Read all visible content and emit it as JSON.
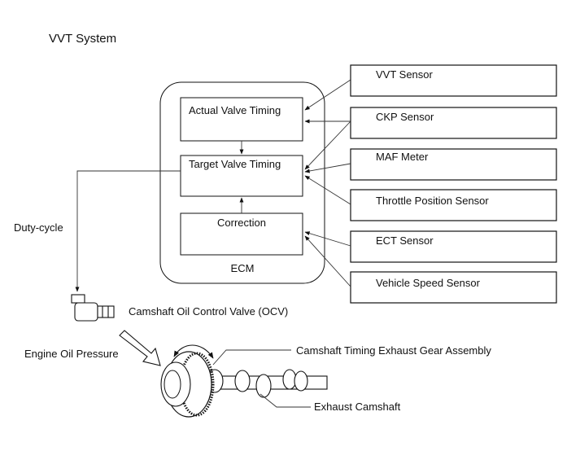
{
  "title": "VVT System",
  "ecm": {
    "label": "ECM",
    "blocks": {
      "actual": "Actual Valve Timing",
      "target": "Target Valve Timing",
      "correction": "Correction"
    }
  },
  "sensors": [
    "VVT Sensor",
    "CKP Sensor",
    "MAF Meter",
    "Throttle Position Sensor",
    "ECT Sensor",
    "Vehicle Speed Sensor"
  ],
  "duty_cycle_label": "Duty-cycle",
  "ocv_label": "Camshaft Oil Control Valve (OCV)",
  "oil_pressure_label": "Engine Oil Pressure",
  "gear_label": "Camshaft Timing Exhaust Gear Assembly",
  "camshaft_label": "Exhaust Camshaft"
}
